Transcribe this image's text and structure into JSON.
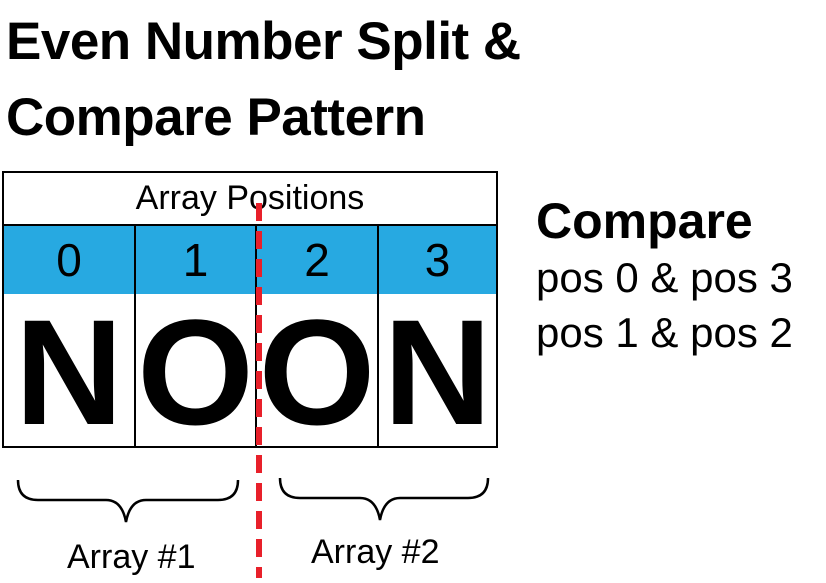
{
  "title": {
    "line1": "Even Number Split &",
    "line2": "Compare Pattern"
  },
  "table": {
    "header": "Array Positions",
    "indices": [
      "0",
      "1",
      "2",
      "3"
    ],
    "letters": [
      "N",
      "O",
      "O",
      "N"
    ],
    "index_row_color": "#27a9e1"
  },
  "compare": {
    "title": "Compare",
    "lines": [
      "pos 0 & pos 3",
      "pos 1 & pos 2"
    ]
  },
  "arrays": {
    "left_label": "Array #1",
    "right_label": "Array #2"
  },
  "split_line_color": "#e8202a"
}
